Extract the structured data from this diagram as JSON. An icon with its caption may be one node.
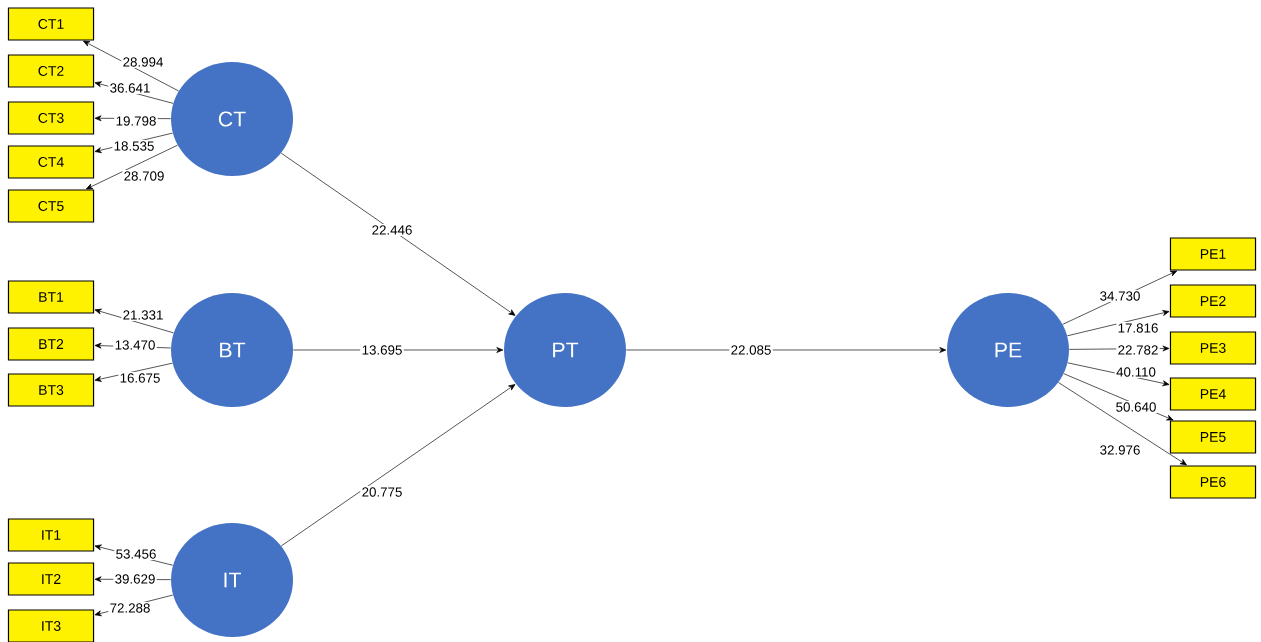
{
  "diagram": {
    "nodes": [
      {
        "text": [
          "CT"
        ]
      },
      {
        "text": [
          "BT"
        ]
      },
      {
        "text": [
          "IT"
        ]
      },
      {
        "text": [
          "PT"
        ]
      },
      {
        "text": [
          "PE"
        ]
      },
      {
        "text": [
          "CT1"
        ]
      },
      {
        "text": [
          "CT2"
        ]
      },
      {
        "text": [
          "CT3"
        ]
      },
      {
        "text": [
          "CT4"
        ]
      },
      {
        "text": [
          "CT5"
        ]
      },
      {
        "text": [
          "BT1"
        ]
      },
      {
        "text": [
          "BT2"
        ]
      },
      {
        "text": [
          "BT3"
        ]
      },
      {
        "text": [
          "IT1"
        ]
      },
      {
        "text": [
          "IT2"
        ]
      },
      {
        "text": [
          "IT3"
        ]
      },
      {
        "text": [
          "PE1"
        ]
      },
      {
        "text": [
          "PE2"
        ]
      },
      {
        "text": [
          "PE3"
        ]
      },
      {
        "text": [
          "PE4"
        ]
      },
      {
        "text": [
          "PE5"
        ]
      },
      {
        "text": [
          "PE6"
        ]
      }
    ],
    "edges": [
      {
        "from": 0,
        "to": 5,
        "arrow": "to",
        "label": "28.994"
      },
      {
        "from": 0,
        "to": 6,
        "arrow": "to",
        "label": "36.641"
      },
      {
        "from": 0,
        "to": 7,
        "arrow": "to",
        "label": "19.798"
      },
      {
        "from": 0,
        "to": 8,
        "arrow": "to",
        "label": "18.535"
      },
      {
        "from": 0,
        "to": 9,
        "arrow": "to",
        "label": "28.709"
      },
      {
        "from": 1,
        "to": 10,
        "arrow": "to",
        "label": "21.331"
      },
      {
        "from": 1,
        "to": 11,
        "arrow": "to",
        "label": "13.470"
      },
      {
        "from": 1,
        "to": 12,
        "arrow": "to",
        "label": "16.675"
      },
      {
        "from": 2,
        "to": 13,
        "arrow": "to",
        "label": "53.456"
      },
      {
        "from": 2,
        "to": 14,
        "arrow": "to",
        "label": "39.629"
      },
      {
        "from": 2,
        "to": 15,
        "arrow": "to",
        "label": "72.288"
      },
      {
        "from": 0,
        "to": 3,
        "arrow": "to",
        "label": "22.446"
      },
      {
        "from": 1,
        "to": 3,
        "arrow": "to",
        "label": "13.695"
      },
      {
        "from": 2,
        "to": 3,
        "arrow": "to",
        "label": "20.775"
      },
      {
        "from": 3,
        "to": 4,
        "arrow": "to",
        "label": "22.085"
      },
      {
        "from": 4,
        "to": 16,
        "arrow": "to",
        "label": "34.730"
      },
      {
        "from": 4,
        "to": 17,
        "arrow": "to",
        "label": "17.816"
      },
      {
        "from": 4,
        "to": 18,
        "arrow": "to",
        "label": "22.782"
      },
      {
        "from": 4,
        "to": 19,
        "arrow": "to",
        "label": "40.110"
      },
      {
        "from": 4,
        "to": 20,
        "arrow": "to",
        "label": "50.640"
      },
      {
        "from": 4,
        "to": 21,
        "arrow": "to",
        "label": "32.976"
      }
    ]
  }
}
